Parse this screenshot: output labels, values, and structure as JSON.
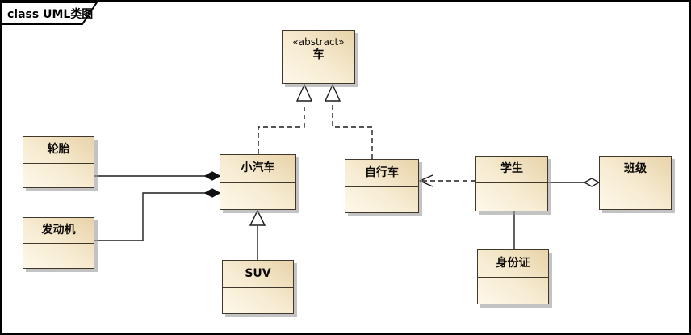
{
  "frame": {
    "label": "class UML类图"
  },
  "diagram": {
    "type": "uml-class-diagram",
    "classes": {
      "vehicle": {
        "stereotype": "«abstract»",
        "name": "车"
      },
      "tire": {
        "name": "轮胎"
      },
      "engine": {
        "name": "发动机"
      },
      "car": {
        "name": "小汽车"
      },
      "suv": {
        "name": "SUV"
      },
      "bicycle": {
        "name": "自行车"
      },
      "student": {
        "name": "学生"
      },
      "classroom": {
        "name": "班级"
      },
      "idcard": {
        "name": "身份证"
      }
    },
    "relationships": [
      {
        "from": "轮胎",
        "to": "小汽车",
        "type": "composition"
      },
      {
        "from": "发动机",
        "to": "小汽车",
        "type": "composition"
      },
      {
        "from": "SUV",
        "to": "小汽车",
        "type": "generalization"
      },
      {
        "from": "小汽车",
        "to": "车",
        "type": "realization"
      },
      {
        "from": "自行车",
        "to": "车",
        "type": "realization"
      },
      {
        "from": "学生",
        "to": "自行车",
        "type": "dependency"
      },
      {
        "from": "学生",
        "to": "班级",
        "type": "aggregation"
      },
      {
        "from": "学生",
        "to": "身份证",
        "type": "association"
      }
    ]
  },
  "colors": {
    "box_fill_light": "#fdf8ea",
    "box_fill_dark": "#e8d3a9",
    "box_border": "#40392b",
    "shadow": "#9b9b9b",
    "line": "#1c1c1c",
    "frame_border": "#000000"
  }
}
